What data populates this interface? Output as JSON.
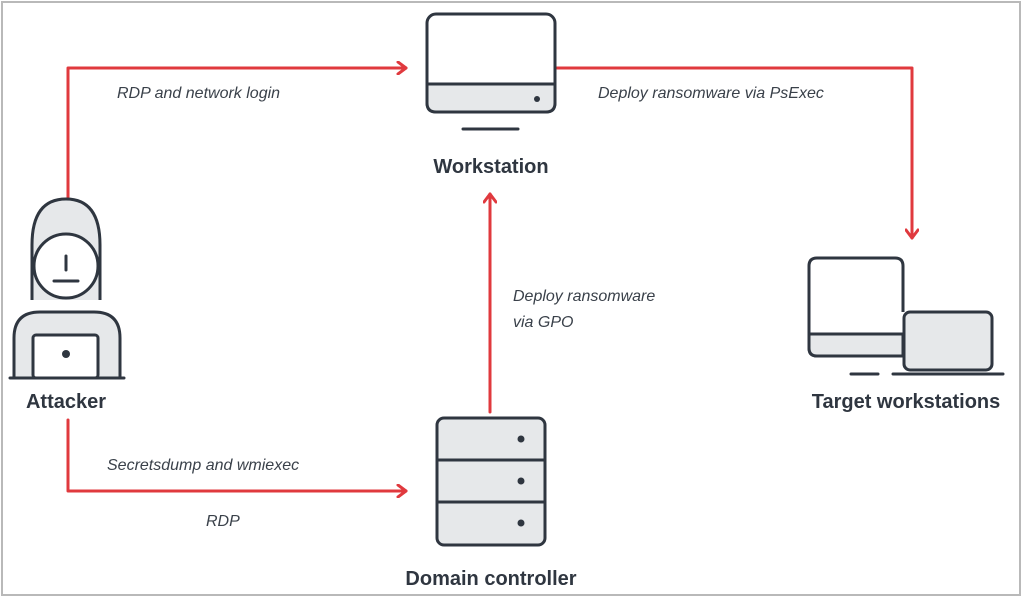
{
  "diagram": {
    "nodes": {
      "workstation": {
        "label": "Workstation",
        "icon": "monitor-icon"
      },
      "attacker": {
        "label": "Attacker",
        "icon": "hacker-with-laptop-icon"
      },
      "domain_controller": {
        "label": "Domain controller",
        "icon": "server-rack-icon"
      },
      "target_workstations": {
        "label": "Target workstations",
        "icon": "desktop-and-laptop-icon"
      }
    },
    "edges": {
      "attacker_to_workstation": {
        "label": "RDP and network login"
      },
      "workstation_to_targets": {
        "label": "Deploy ransomware via PsExec"
      },
      "dc_to_workstation": {
        "label_line1": "Deploy ransomware",
        "label_line2": "via GPO"
      },
      "attacker_to_dc": {
        "label_line1": "Secretsdump and wmiexec",
        "label_line2": "RDP"
      }
    },
    "colors": {
      "arrow": "#e0393e",
      "icon_stroke": "#2f3640",
      "icon_fill": "#e6e8ea",
      "frame_border": "#b9b9b9"
    }
  }
}
